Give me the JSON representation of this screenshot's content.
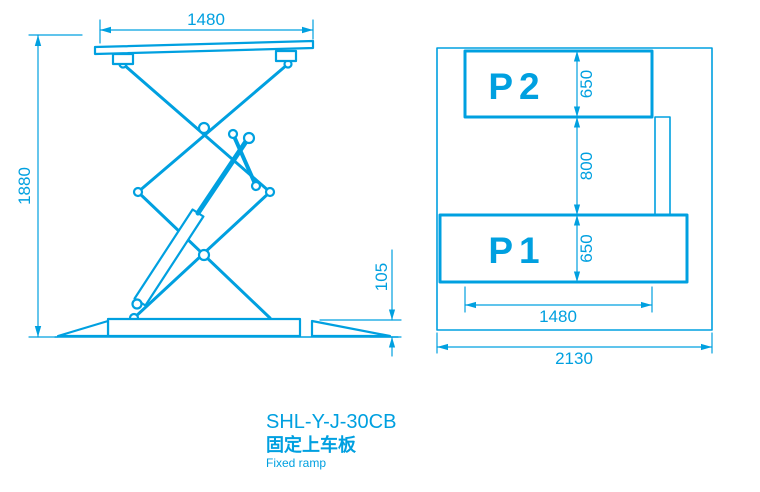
{
  "colors": {
    "line": "#00a0e0",
    "background": "#ffffff"
  },
  "side_view": {
    "dim_platform_length": "1480",
    "dim_overall_height": "1880",
    "dim_lowered_height": "105"
  },
  "plan_view": {
    "platform_rear_label": "P2",
    "platform_front_label": "P1",
    "dim_p2_width": "650",
    "dim_center_gap": "800",
    "dim_p1_width": "650",
    "dim_platform_length": "1480",
    "dim_overall_length": "2130"
  },
  "title_block": {
    "model": "SHL-Y-J-30CB",
    "name_cn": "固定上车板",
    "name_en": "Fixed ramp"
  }
}
